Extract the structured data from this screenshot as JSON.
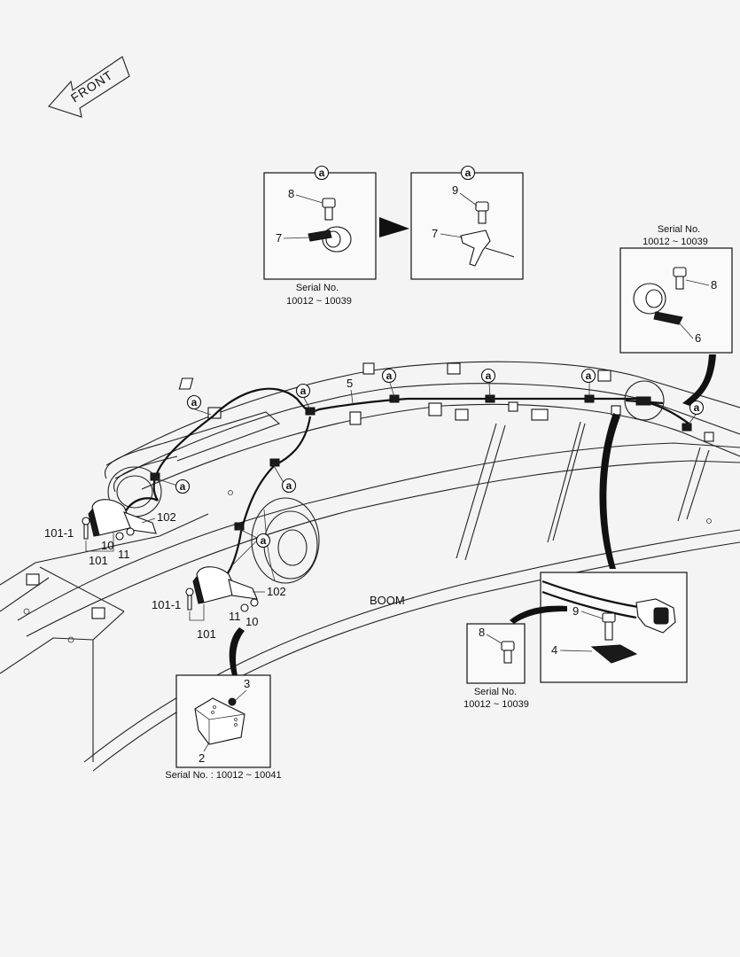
{
  "front_label": "FRONT",
  "boom_label": "BOOM",
  "callout_letter": "a",
  "serial_top_left": [
    "Serial No.",
    "10012 ~ 10039"
  ],
  "serial_top_right": [
    "Serial No.",
    "10012 ~ 10039"
  ],
  "serial_bottom_right": [
    "Serial No.",
    "10012 ~ 10039"
  ],
  "serial_bottom_left": "Serial No. : 10012 ~ 10041",
  "parts": {
    "p2": "2",
    "p3": "3",
    "p4": "4",
    "p5": "5",
    "p6": "6",
    "p7": "7",
    "p8": "8",
    "p9": "9",
    "p10": "10",
    "p11": "11",
    "p101": "101",
    "p101_1": "101-1",
    "p102": "102"
  }
}
